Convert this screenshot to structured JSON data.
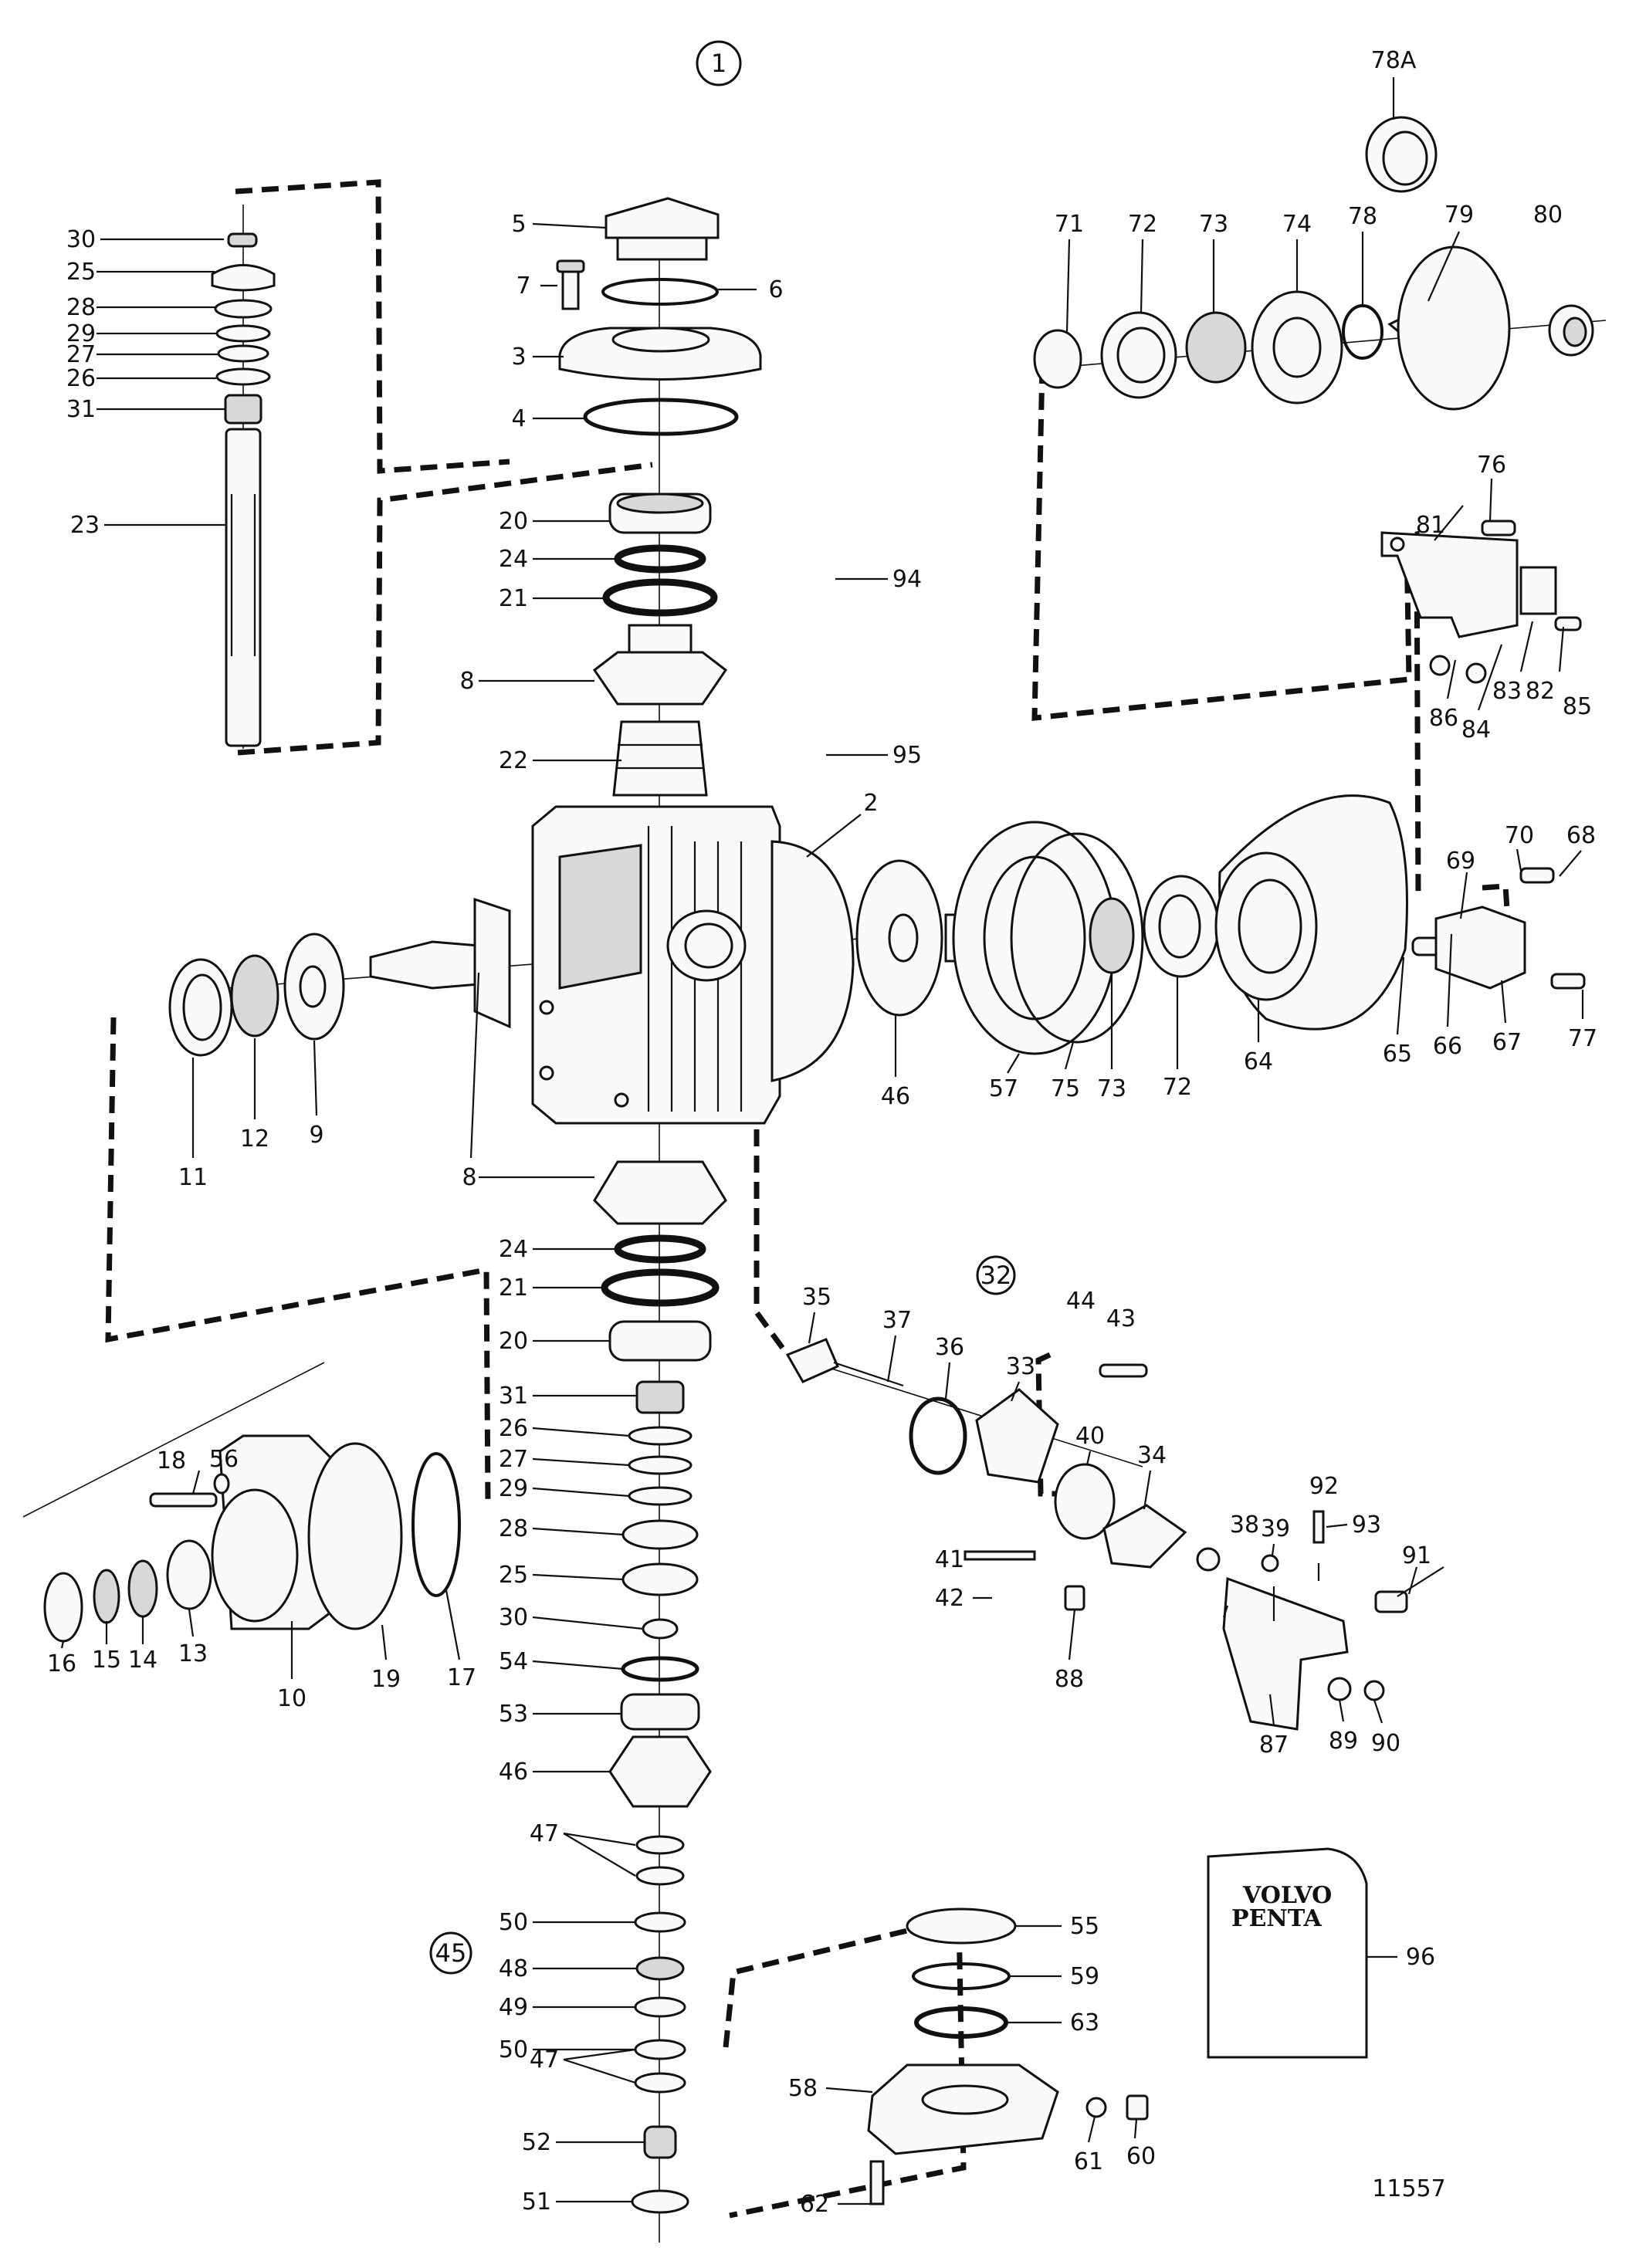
{
  "groups": [
    {
      "id": "g1",
      "text": "1"
    },
    {
      "id": "g32",
      "text": "32"
    },
    {
      "id": "g45",
      "text": "45"
    }
  ],
  "drawing_number": "11557",
  "manual_brand": [
    "VOLVO",
    "PENTA"
  ],
  "part_labels": [
    "78A",
    "30",
    "25",
    "28",
    "29",
    "27",
    "26",
    "31",
    "23",
    "5",
    "7",
    "6",
    "3",
    "4",
    "20",
    "24",
    "21",
    "8",
    "22",
    "94",
    "95",
    "2",
    "71",
    "72",
    "73",
    "74",
    "78",
    "79",
    "80",
    "81",
    "76",
    "83",
    "82",
    "85",
    "86",
    "84",
    "69",
    "70",
    "68",
    "11",
    "12",
    "9",
    "8",
    "46",
    "57",
    "75",
    "73",
    "72",
    "64",
    "65",
    "66",
    "67",
    "77",
    "8",
    "24",
    "21",
    "20",
    "31",
    "26",
    "27",
    "29",
    "28",
    "25",
    "30",
    "54",
    "53",
    "46",
    "47",
    "50",
    "48",
    "49",
    "50",
    "47",
    "52",
    "51",
    "35",
    "37",
    "36",
    "33",
    "44",
    "43",
    "40",
    "34",
    "39",
    "92",
    "93",
    "38",
    "41",
    "42",
    "91",
    "88",
    "89",
    "90",
    "87",
    "18",
    "56",
    "16",
    "15",
    "14",
    "13",
    "10",
    "19",
    "17",
    "55",
    "59",
    "63",
    "58",
    "61",
    "60",
    "62",
    "96"
  ]
}
